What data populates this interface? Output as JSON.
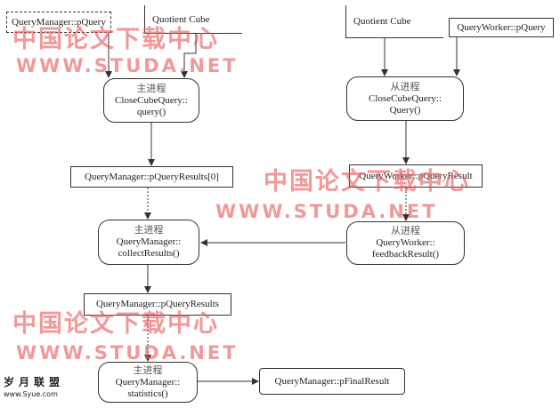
{
  "nodes": {
    "qm_pquery": "QueryManager::pQuery",
    "quotient_cube_left": "Quotient Cube",
    "quotient_cube_right": "Quotient Cube",
    "qw_pquery": "QueryWorker::pQuery",
    "main_query": {
      "role": "主进程",
      "line1": "CloseCubeQuery::",
      "line2": "query()"
    },
    "slave_query": {
      "role": "从进程",
      "line1": "CloseCubeQuery::",
      "line2": "Query()"
    },
    "qm_results0": "QueryManager::pQueryResults[0]",
    "qw_presult": "QueryWorker::pQueryResult",
    "main_collect": {
      "role": "主进程",
      "line1": "QueryManager::",
      "line2": "collectResults()"
    },
    "slave_feedback": {
      "role": "从进程",
      "line1": "QueryWorker::",
      "line2": "feedbackResult()"
    },
    "qm_results": "QueryManager::pQueryResults",
    "main_stats": {
      "role": "主进程",
      "line1": "QueryManager::",
      "line2": "statistics()"
    },
    "qm_final": "QueryManager::pFinalResult"
  },
  "watermark": {
    "cn": "中国论文下载中心",
    "url": "WWW.STUDA.NET"
  },
  "corner_logo": {
    "title": "岁月联盟",
    "url": "www.Syue.com"
  },
  "colors": {
    "watermark": "#e85a5a",
    "stroke": "#333333"
  }
}
